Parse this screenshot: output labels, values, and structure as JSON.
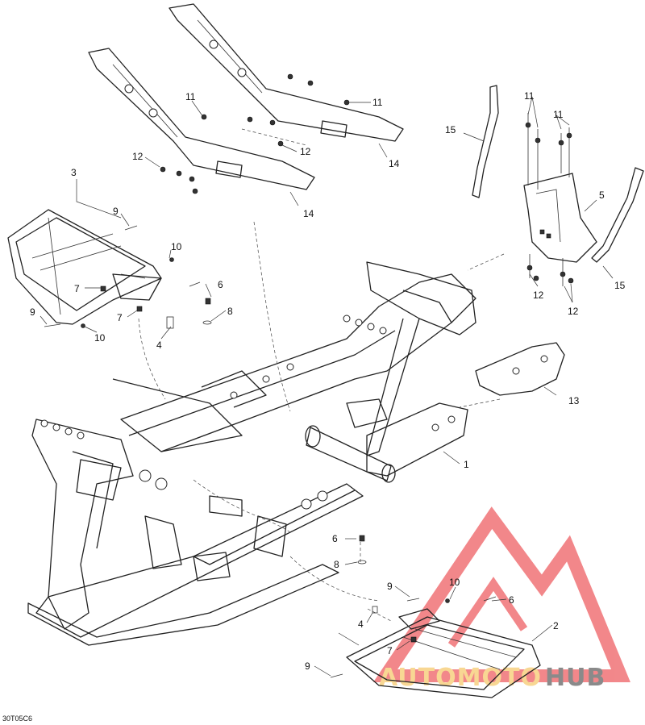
{
  "diagram": {
    "figure_code": "30T05C6",
    "callouts": {
      "c1": "1",
      "c2": "2",
      "c3": "3",
      "c4a": "4",
      "c4b": "4",
      "c5": "5",
      "c6a": "6",
      "c6b": "6",
      "c6c": "6",
      "c7a": "7",
      "c7b": "7",
      "c7c": "7",
      "c8a": "8",
      "c8b": "8",
      "c9a": "9",
      "c9b": "9",
      "c9c": "9",
      "c9d": "9",
      "c10a": "10",
      "c10b": "10",
      "c10c": "10",
      "c11a": "11",
      "c11b": "11",
      "c11c": "11",
      "c11d": "11",
      "c12a": "12",
      "c12b": "12",
      "c12c": "12",
      "c12d": "12",
      "c13": "13",
      "c14a": "14",
      "c14b": "14",
      "c15a": "15",
      "c15b": "15"
    }
  },
  "watermark": {
    "brand_left": "AUTOMOTO",
    "brand_right": "HUB",
    "color_primary": "#e8262b",
    "color_accent": "#f3b73c",
    "color_dark": "#2b2b2b"
  }
}
